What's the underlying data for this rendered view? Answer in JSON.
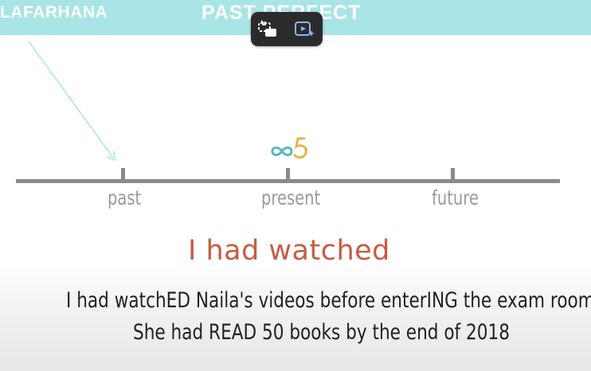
{
  "video": {
    "brand": "LAFARHANA",
    "title": "PAST PERFECT"
  },
  "overlay": {
    "controls": [
      {
        "name": "picture-in-picture",
        "icon": "pip-icon"
      },
      {
        "name": "ai-video",
        "icon": "ai-sparkle-video-icon"
      }
    ]
  },
  "timeline": {
    "labels": [
      "past",
      "present",
      "future"
    ],
    "marker_icon": "infinity-icon"
  },
  "lesson": {
    "heading": "I had watched",
    "examples": [
      "I had watchED Naila's videos before enterING the exam room",
      "She had READ 50 books by the end of 2018"
    ]
  },
  "colors": {
    "header_band": "#a9e4e6",
    "heading": "#c75b42",
    "timeline": "#8a8a8a",
    "arrow": "#aee6e8",
    "overlay_bg": "#2b2b2b"
  }
}
